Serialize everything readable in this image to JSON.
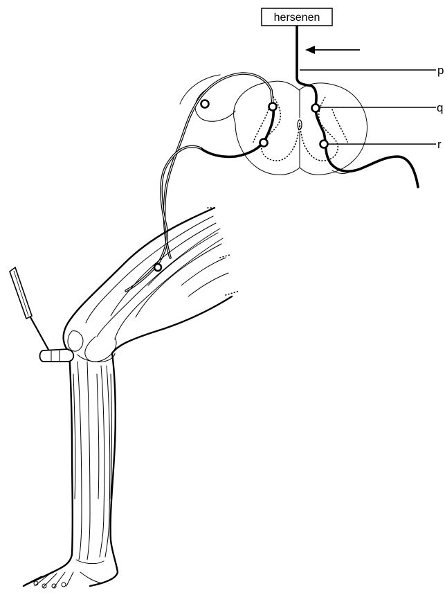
{
  "labels": {
    "brain": "hersenen",
    "p": "p",
    "q": "q",
    "r": "r"
  },
  "colors": {
    "ink": "#000000",
    "background": "#ffffff"
  }
}
